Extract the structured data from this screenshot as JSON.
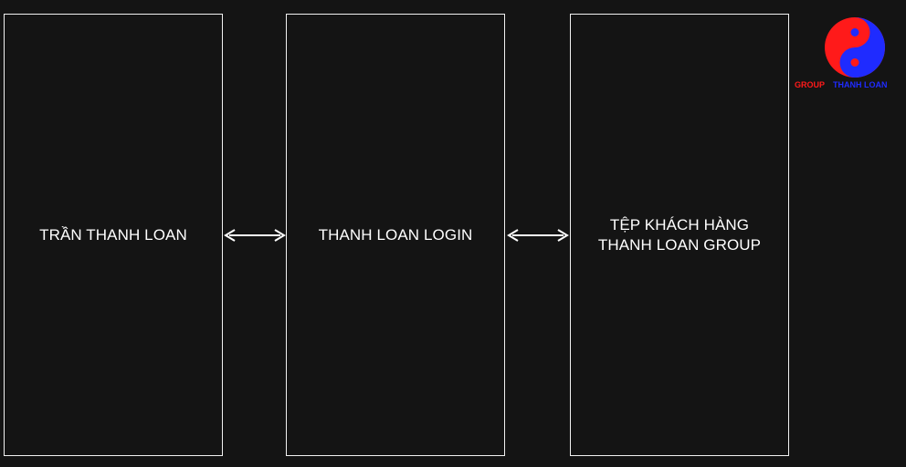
{
  "diagram": {
    "boxes": [
      {
        "label": "TRẦN THANH LOAN"
      },
      {
        "label": "THANH LOAN LOGIN"
      },
      {
        "label": "TỆP KHÁCH HÀNG\nTHANH LOAN GROUP"
      }
    ],
    "connectors": [
      {
        "from": "TRẦN THANH LOAN",
        "to": "THANH LOAN LOGIN",
        "direction": "bidirectional"
      },
      {
        "from": "THANH LOAN LOGIN",
        "to": "TỆP KHÁCH HÀNG THANH LOAN GROUP",
        "direction": "bidirectional"
      }
    ]
  },
  "logo": {
    "icon": "yin-yang-icon",
    "left_word": "GROUP",
    "right_word": "THANH LOAN",
    "colors": {
      "red": "#ff1a1a",
      "blue": "#1f2bff"
    }
  },
  "colors": {
    "background": "#141414",
    "stroke": "#f2f2f2",
    "text": "#ffffff"
  }
}
